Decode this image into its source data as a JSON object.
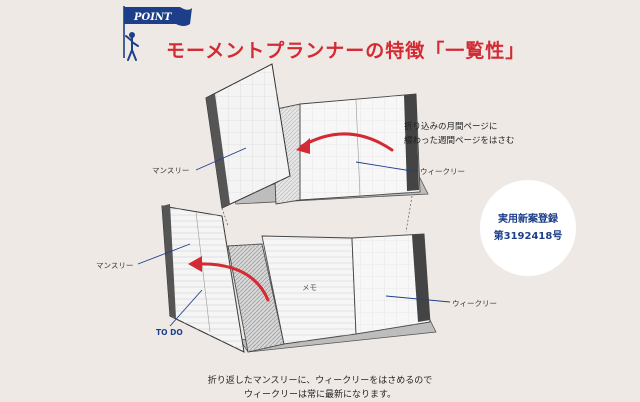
{
  "flag": {
    "text": "POINT"
  },
  "title": "モーメントプランナーの特徴「一覧性」",
  "labels": {
    "monthly_top": "マンスリー",
    "weekly_top": "ウィークリー",
    "monthly_bottom": "マンスリー",
    "memo": "メモ",
    "weekly_bottom": "ウィークリー",
    "todo": "TO DO"
  },
  "note": {
    "line1": "折り込みの月間ページに",
    "line2": "綴わった週間ページをはさむ"
  },
  "badge": {
    "line1": "実用新案登録",
    "line2": "第3192418号"
  },
  "caption": {
    "line1": "折り返したマンスリーに、ウィークリーをはさめるので",
    "line2": "ウィークリーは常に最新になります。"
  },
  "colors": {
    "background": "#efe9e6",
    "accent_red": "#d32a33",
    "navy": "#1d3f8a",
    "badge_bg": "#ffffff"
  }
}
